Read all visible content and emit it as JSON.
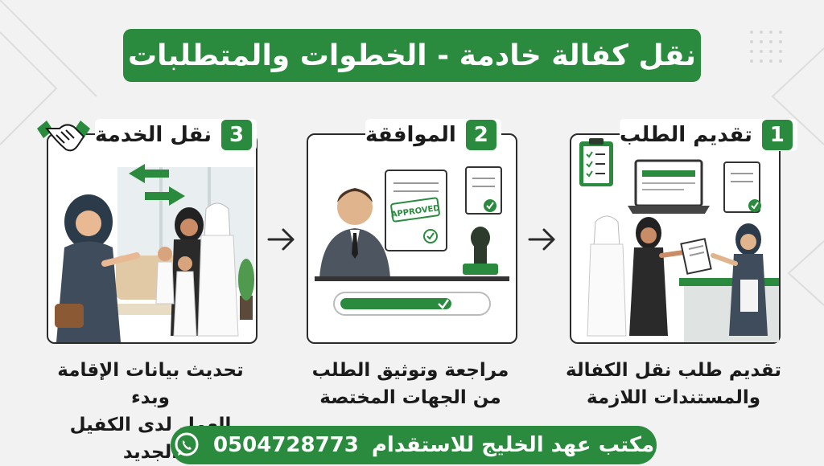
{
  "title": "نقل كفالة خادمة - الخطوات والمتطلبات",
  "colors": {
    "brand": "#2a8a3e",
    "panel_border": "#2b2b2b",
    "background": "#f1f2f1"
  },
  "steps": [
    {
      "number": "1",
      "label": "تقديم الطلب",
      "caption_line1": "تقديم طلب نقل الكفالة",
      "caption_line2": "والمستندات اللازمة",
      "icon": "clipboard-checklist-icon"
    },
    {
      "number": "2",
      "label": "الموافقة",
      "caption_line1": "مراجعة وتوثيق الطلب",
      "caption_line2": "من الجهات المختصة",
      "stamp_text": "APPROVED",
      "icon": "approved-document-icon"
    },
    {
      "number": "3",
      "label": "نقل الخدمة",
      "caption_line1": "تحديث بيانات الإقامة وبدء",
      "caption_line2": "العمل لدى الكفيل الجديد",
      "icon": "handshake-icon"
    }
  ],
  "footer": {
    "office_name": "مكتب عهد الخليج للاستقدام",
    "phone": "0504728773",
    "icon": "whatsapp-icon"
  }
}
